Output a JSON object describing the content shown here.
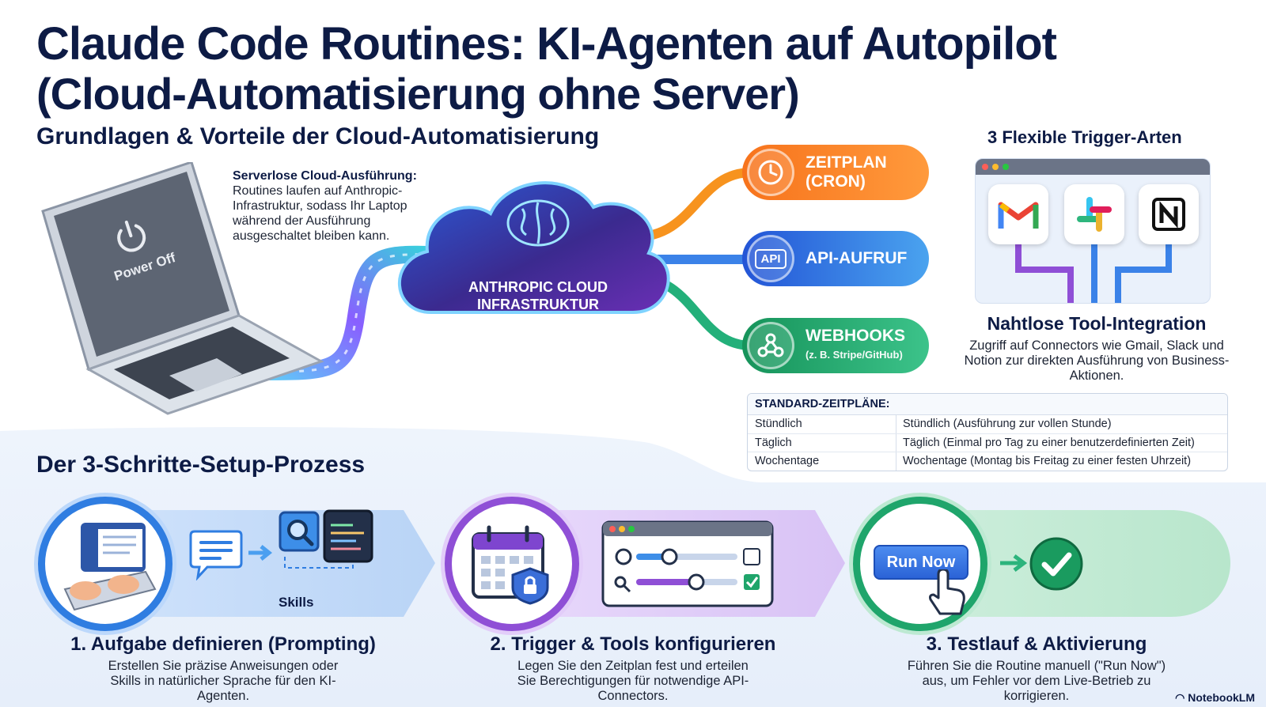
{
  "title": {
    "line1": "Claude Code Routines: KI-Agenten auf Autopilot",
    "line2": "(Cloud-Automatisierung ohne Server)"
  },
  "section_basics": {
    "heading": "Grundlagen & Vorteile der Cloud-Automatisierung",
    "laptop_screen_text": "Power Off",
    "serverless_title": "Serverlose Cloud-Ausführung:",
    "serverless_text": "Routines laufen auf Anthropic-Infrastruktur, sodass Ihr Laptop während der Ausführung ausgeschaltet bleiben kann.",
    "cloud_label_1": "ANTHROPIC CLOUD",
    "cloud_label_2": "INFRASTRUKTUR"
  },
  "triggers": [
    {
      "label_1": "ZEITPLAN",
      "label_2": "(CRON)",
      "icon": "clock-icon",
      "color": "#f7731c"
    },
    {
      "label_1": "API-AUFRUF",
      "label_2": "",
      "icon": "api-icon",
      "icon_text": "API",
      "color": "#2f6fe0"
    },
    {
      "label_1": "WEBHOOKS",
      "label_2": "(z. B. Stripe/GitHub)",
      "icon": "webhook-icon",
      "color": "#1fa56b"
    }
  ],
  "trigger_types": {
    "heading": "3 Flexible Trigger-Arten",
    "apps": [
      "gmail-icon",
      "slack-icon",
      "notion-icon"
    ],
    "integration_title": "Nahtlose Tool-Integration",
    "integration_desc": "Zugriff auf Connectors wie Gmail, Slack und Notion zur direkten Ausführung von Business-Aktionen."
  },
  "schedules": {
    "header": "STANDARD-ZEITPLÄNE:",
    "rows": [
      {
        "name": "Stündlich",
        "desc": "Stündlich (Ausführung zur vollen Stunde)"
      },
      {
        "name": "Täglich",
        "desc": "Täglich (Einmal pro Tag zu einer benutzerdefinierten Zeit)"
      },
      {
        "name": "Wochentage",
        "desc": "Wochentage (Montag bis Freitag zu einer festen Uhrzeit)"
      }
    ]
  },
  "setup": {
    "heading": "Der 3-Schritte-Setup-Prozess",
    "skills_label": "Skills",
    "run_now_label": "Run Now",
    "steps": [
      {
        "title": "1. Aufgabe definieren (Prompting)",
        "desc": "Erstellen Sie präzise Anweisungen oder Skills in natürlicher Sprache für den KI-Agenten."
      },
      {
        "title": "2. Trigger & Tools konfigurieren",
        "desc": "Legen Sie den Zeitplan fest und erteilen Sie Berechtigungen für notwendige API-Connectors."
      },
      {
        "title": "3. Testlauf & Aktivierung",
        "desc": "Führen Sie die Routine manuell (\"Run Now\") aus, um Fehler vor dem Live-Betrieb zu korrigieren."
      }
    ]
  },
  "brand": "NotebookLM",
  "colors": {
    "navy": "#0d1b45",
    "orange": "#f7731c",
    "blue": "#2f6fe0",
    "green": "#1fa56b",
    "purple": "#8f4fd6"
  }
}
